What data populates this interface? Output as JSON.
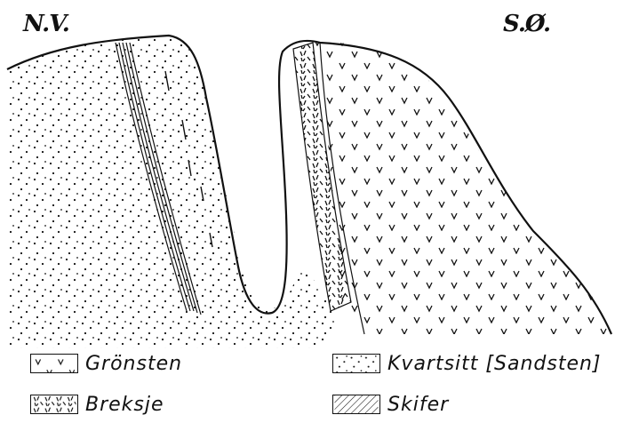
{
  "orientation": {
    "left": "N.V.",
    "right": "S.Ø."
  },
  "legend": [
    {
      "key": "gronsten",
      "label": "Grönsten",
      "pattern": "v-marks"
    },
    {
      "key": "breksje",
      "label": "Breksje",
      "pattern": "broken-dashes"
    },
    {
      "key": "kvartsitt",
      "label": "Kvartsitt [Sandsten]",
      "pattern": "stipple"
    },
    {
      "key": "skifer",
      "label": "Skifer",
      "pattern": "diagonal-hatch"
    }
  ],
  "colors": {
    "ink": "#111111",
    "background": "#ffffff"
  }
}
